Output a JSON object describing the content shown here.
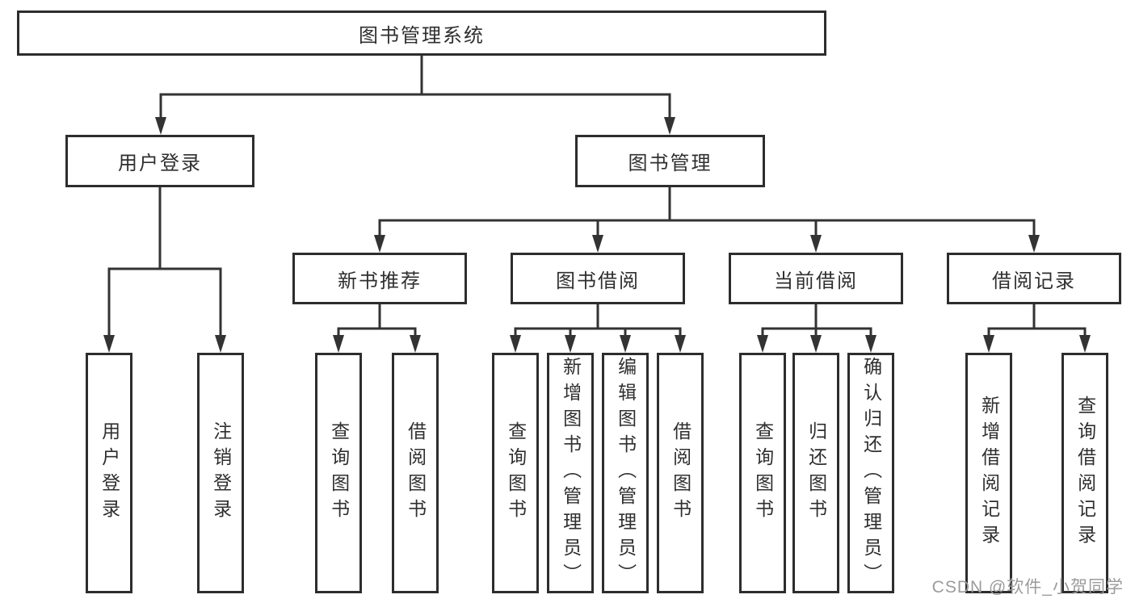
{
  "colors": {
    "background": "#ffffff",
    "connector_line": "#333333",
    "box_border": "#2d2d2d",
    "box_text": "#2f2f2f",
    "watermark_text": "#9b9b9b"
  },
  "tree": {
    "label": "图书管理系统",
    "children": [
      {
        "label": "用户登录",
        "children": [
          {
            "label": "用户登录"
          },
          {
            "label": "注销登录"
          }
        ]
      },
      {
        "label": "图书管理",
        "children": [
          {
            "label": "新书推荐",
            "children": [
              {
                "label": "查询图书"
              },
              {
                "label": "借阅图书"
              }
            ]
          },
          {
            "label": "图书借阅",
            "children": [
              {
                "label": "查询图书"
              },
              {
                "label": "新增图书（管理员）"
              },
              {
                "label": "编辑图书（管理员）"
              },
              {
                "label": "借阅图书"
              }
            ]
          },
          {
            "label": "当前借阅",
            "children": [
              {
                "label": "查询图书"
              },
              {
                "label": "归还图书"
              },
              {
                "label": "确认归还（管理员）"
              }
            ]
          },
          {
            "label": "借阅记录",
            "children": [
              {
                "label": "新增借阅记录"
              },
              {
                "label": "查询借阅记录"
              }
            ]
          }
        ]
      }
    ]
  },
  "watermark": {
    "text": "CSDN @软件_小贺同学"
  }
}
